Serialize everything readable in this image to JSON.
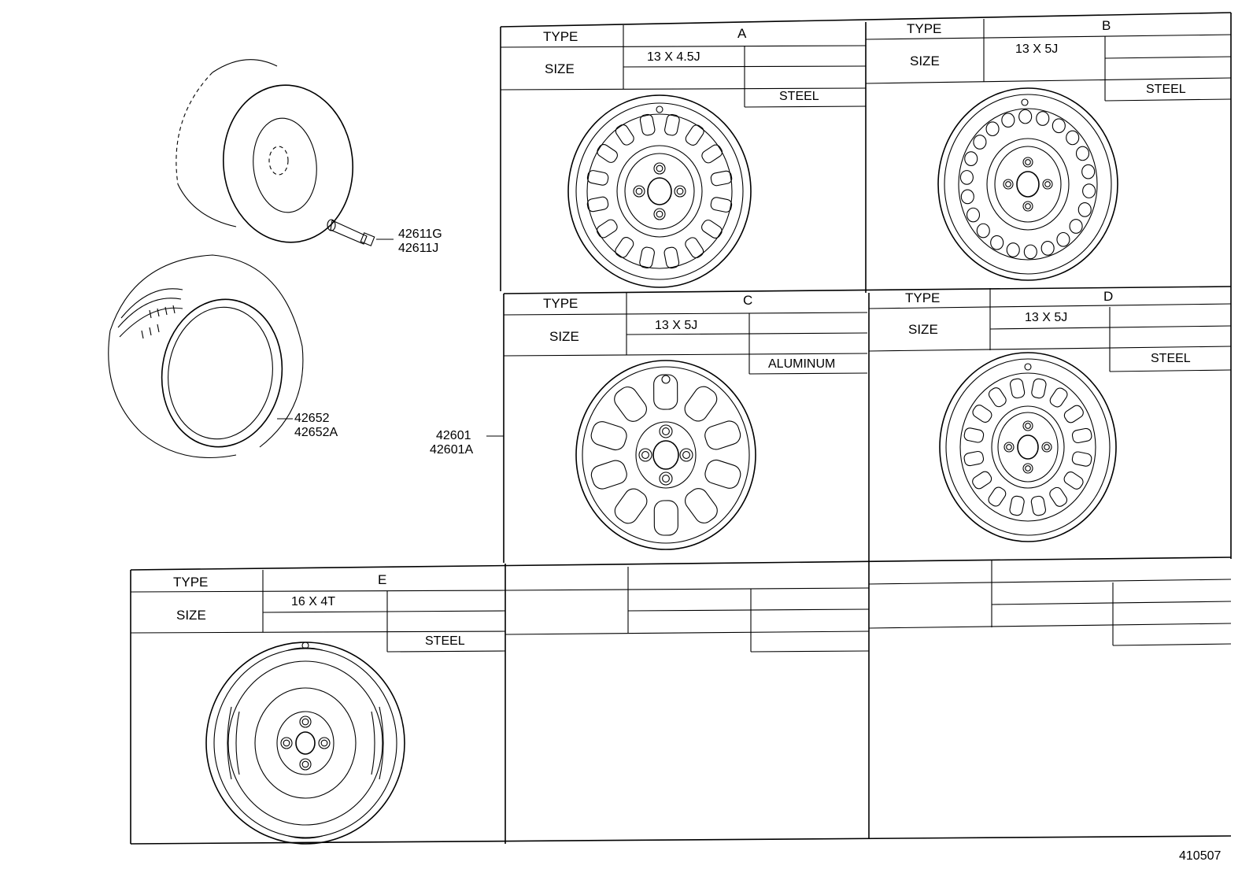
{
  "header_labels": {
    "type": "TYPE",
    "size": "SIZE"
  },
  "wheels": [
    {
      "id": "A",
      "type": "A",
      "size": "13 X 4.5J",
      "material": "STEEL"
    },
    {
      "id": "B",
      "type": "B",
      "size": "13 X 5J",
      "material": "STEEL"
    },
    {
      "id": "C",
      "type": "C",
      "size": "13 X 5J",
      "material": "ALUMINUM"
    },
    {
      "id": "D",
      "type": "D",
      "size": "13 X 5J",
      "material": "STEEL"
    },
    {
      "id": "E",
      "type": "E",
      "size": "16 X 4T",
      "material": "STEEL"
    }
  ],
  "parts": {
    "valve": [
      "42611G",
      "42611J"
    ],
    "tire": [
      "42652",
      "42652A"
    ],
    "wheel": [
      "42601",
      "42601A"
    ]
  },
  "diagram_id": "410507"
}
